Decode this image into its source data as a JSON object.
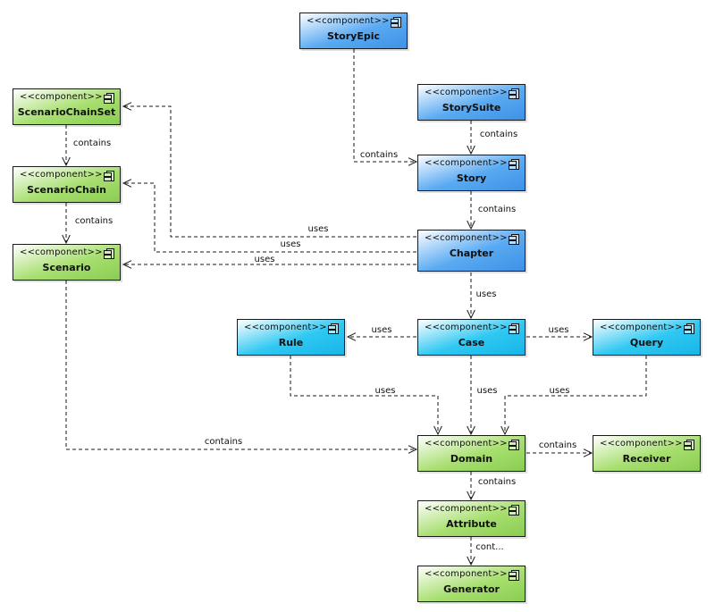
{
  "diagram": {
    "stereotype": "<<component>>",
    "colors": {
      "blue": "#3d92e6",
      "cyan": "#16b6e8",
      "green": "#8acd52"
    },
    "nodes": {
      "storyepic": {
        "name": "StoryEpic",
        "color": "blue"
      },
      "storysuite": {
        "name": "StorySuite",
        "color": "blue"
      },
      "story": {
        "name": "Story",
        "color": "blue"
      },
      "chapter": {
        "name": "Chapter",
        "color": "blue"
      },
      "case": {
        "name": "Case",
        "color": "cyan"
      },
      "rule": {
        "name": "Rule",
        "color": "cyan"
      },
      "query": {
        "name": "Query",
        "color": "cyan"
      },
      "scenariochainset": {
        "name": "ScenarioChainSet",
        "color": "green"
      },
      "scenariochain": {
        "name": "ScenarioChain",
        "color": "green"
      },
      "scenario": {
        "name": "Scenario",
        "color": "green"
      },
      "domain": {
        "name": "Domain",
        "color": "green"
      },
      "receiver": {
        "name": "Receiver",
        "color": "green"
      },
      "attribute": {
        "name": "Attribute",
        "color": "green"
      },
      "generator": {
        "name": "Generator",
        "color": "green"
      }
    },
    "edges": [
      {
        "id": "e1",
        "from": "StoryEpic",
        "to": "Story",
        "label": "contains"
      },
      {
        "id": "e2",
        "from": "StorySuite",
        "to": "Story",
        "label": "contains"
      },
      {
        "id": "e3",
        "from": "Story",
        "to": "Chapter",
        "label": "contains"
      },
      {
        "id": "e4",
        "from": "ScenarioChainSet",
        "to": "ScenarioChain",
        "label": "contains"
      },
      {
        "id": "e5",
        "from": "ScenarioChain",
        "to": "Scenario",
        "label": "contains"
      },
      {
        "id": "e6",
        "from": "Chapter",
        "to": "ScenarioChainSet",
        "label": "uses"
      },
      {
        "id": "e7",
        "from": "Chapter",
        "to": "ScenarioChain",
        "label": "uses"
      },
      {
        "id": "e8",
        "from": "Chapter",
        "to": "Scenario",
        "label": "uses"
      },
      {
        "id": "e9",
        "from": "Chapter",
        "to": "Case",
        "label": "uses"
      },
      {
        "id": "e10",
        "from": "Case",
        "to": "Rule",
        "label": "uses"
      },
      {
        "id": "e11",
        "from": "Case",
        "to": "Query",
        "label": "uses"
      },
      {
        "id": "e12",
        "from": "Rule",
        "to": "Domain",
        "label": "uses"
      },
      {
        "id": "e13",
        "from": "Case",
        "to": "Domain",
        "label": "uses"
      },
      {
        "id": "e14",
        "from": "Query",
        "to": "Domain",
        "label": "uses"
      },
      {
        "id": "e15",
        "from": "Scenario",
        "to": "Domain",
        "label": "contains"
      },
      {
        "id": "e16",
        "from": "Domain",
        "to": "Receiver",
        "label": "contains"
      },
      {
        "id": "e17",
        "from": "Domain",
        "to": "Attribute",
        "label": "contains"
      },
      {
        "id": "e18",
        "from": "Attribute",
        "to": "Generator",
        "label": "cont..."
      }
    ]
  }
}
